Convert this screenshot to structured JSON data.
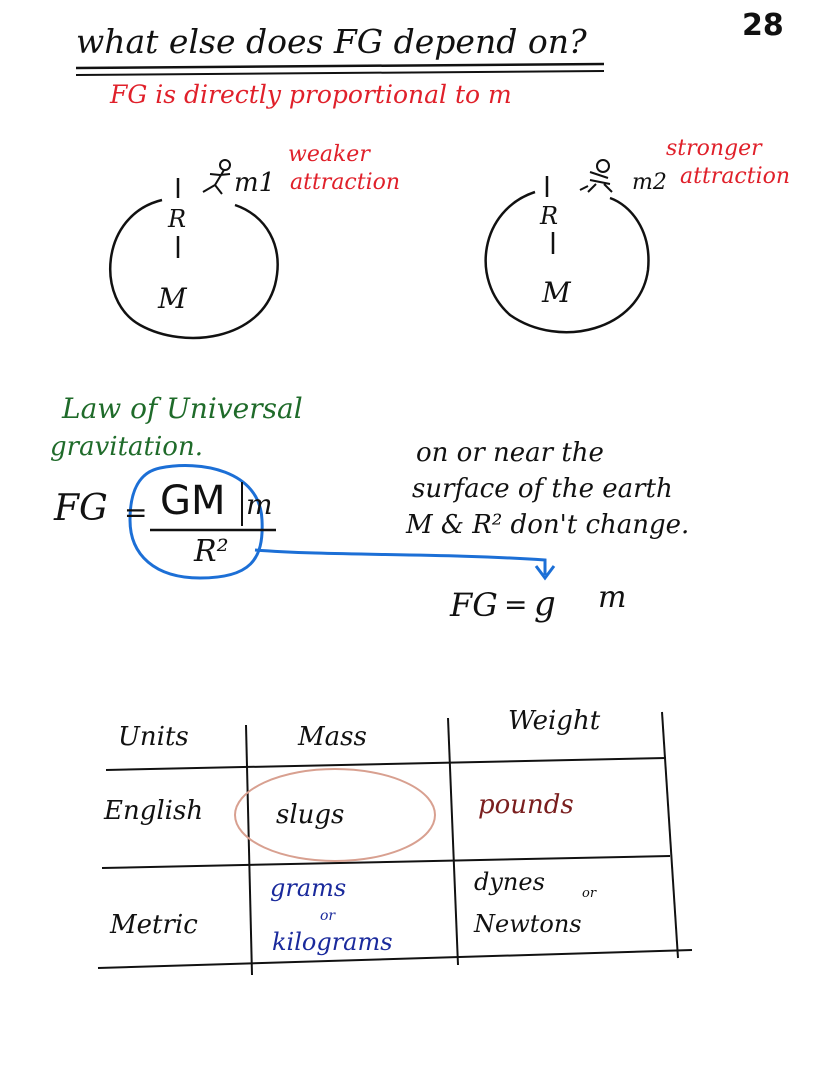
{
  "page_number": "28",
  "title": "what else does FG depend on?",
  "subtitle": "FG is directly proportional to m",
  "diagrams": [
    {
      "radius_label": "R",
      "planet_label": "M",
      "object_label": "m1",
      "effect_label_line1": "weaker",
      "effect_label_line2": "attraction"
    },
    {
      "radius_label": "R",
      "planet_label": "M",
      "object_label": "m2",
      "effect_label_line1": "stronger",
      "effect_label_line2": "attraction"
    }
  ],
  "law": {
    "heading_line1": "Law of Universal",
    "heading_line2": "gravitation.",
    "lhs": "FG",
    "equals": "=",
    "numerator": "GM",
    "numerator_m": "m",
    "denominator": "R²"
  },
  "note": {
    "line1": "on or near the",
    "line2": "surface of the earth",
    "line3": "M & R² don't change."
  },
  "simplified": {
    "lhs": "FG",
    "equals": "=",
    "g": "g",
    "m": "m"
  },
  "colors": {
    "red": "#e0202a",
    "green": "#1f6b2a",
    "blue_ink": "#1a2a9c",
    "blue_circle": "#1c6fd6",
    "brown": "#7a1e1e"
  },
  "units_table": {
    "headers": [
      "Units",
      "Mass",
      "Weight"
    ],
    "rows": [
      {
        "system": "English",
        "mass": "slugs",
        "weight": "pounds"
      },
      {
        "system": "Metric",
        "mass_line1": "grams",
        "mass_line2": "or",
        "mass_line3": "kilograms",
        "weight_line1": "dynes",
        "weight_or": "or",
        "weight_line2": "Newtons"
      }
    ]
  }
}
